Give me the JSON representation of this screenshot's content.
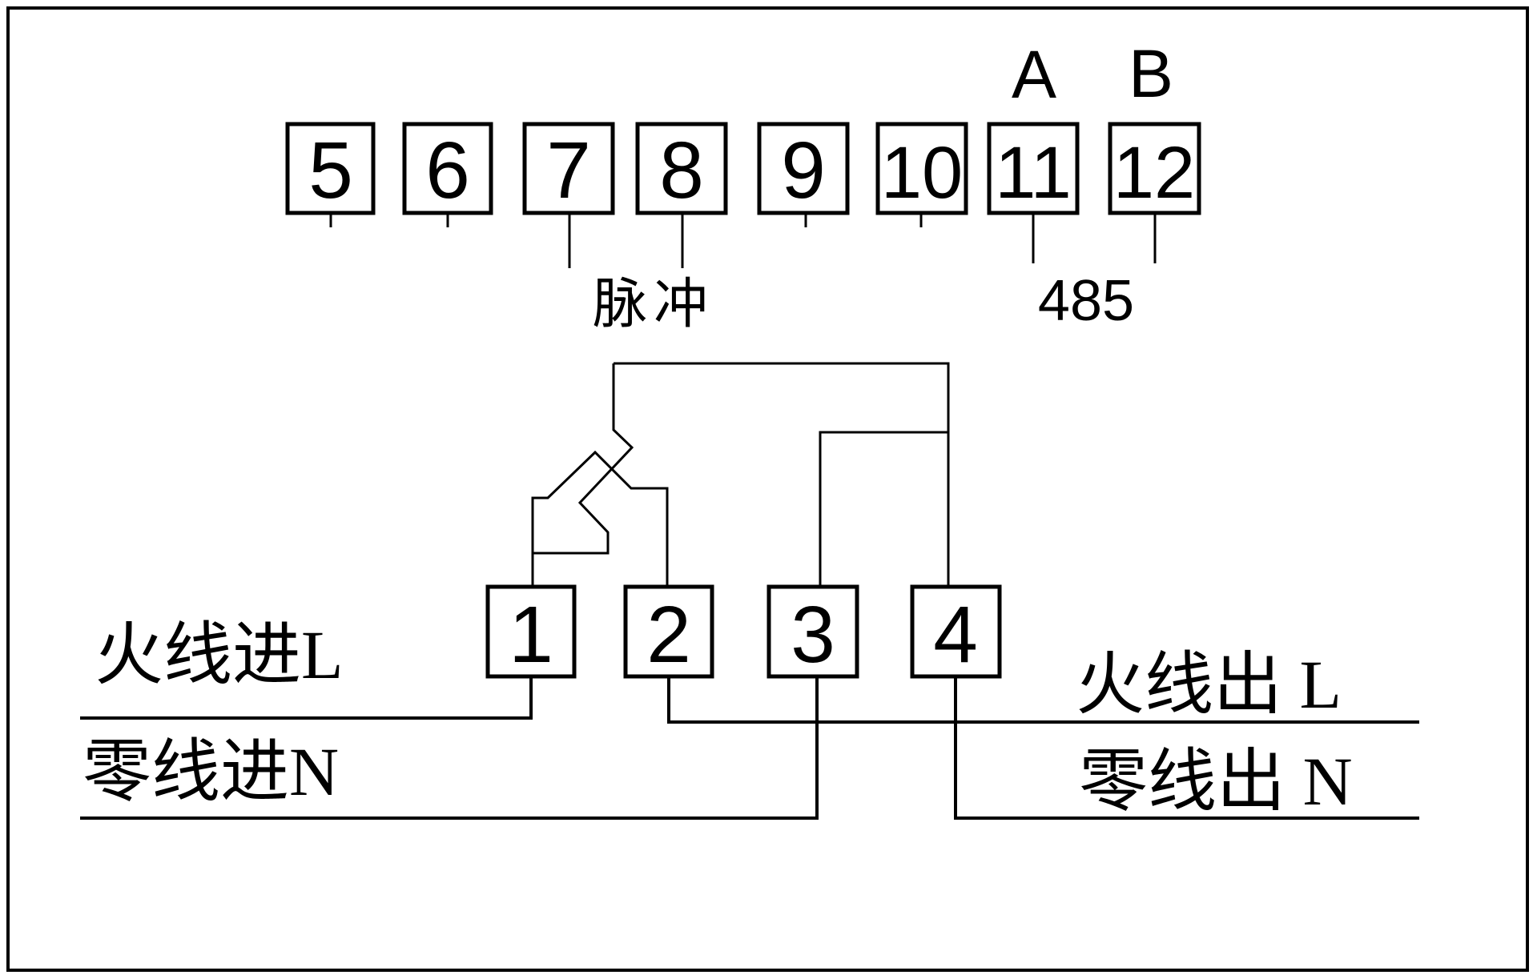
{
  "colors": {
    "ink": "#000000",
    "paper": "#ffffff"
  },
  "terminals_top": [
    {
      "label": "5"
    },
    {
      "label": "6"
    },
    {
      "label": "7"
    },
    {
      "label": "8"
    },
    {
      "label": "9"
    },
    {
      "label": "10"
    },
    {
      "label": "11"
    },
    {
      "label": "12"
    }
  ],
  "terminals_bottom": [
    {
      "label": "1"
    },
    {
      "label": "2"
    },
    {
      "label": "3"
    },
    {
      "label": "4"
    }
  ],
  "labels": {
    "a": "A",
    "b": "B",
    "bus485": "485",
    "pulse": "脉冲",
    "live_in": "火线进L",
    "neutral_in": "零线进N",
    "live_out": "火线出 L",
    "neutral_out": "零线出 N"
  }
}
